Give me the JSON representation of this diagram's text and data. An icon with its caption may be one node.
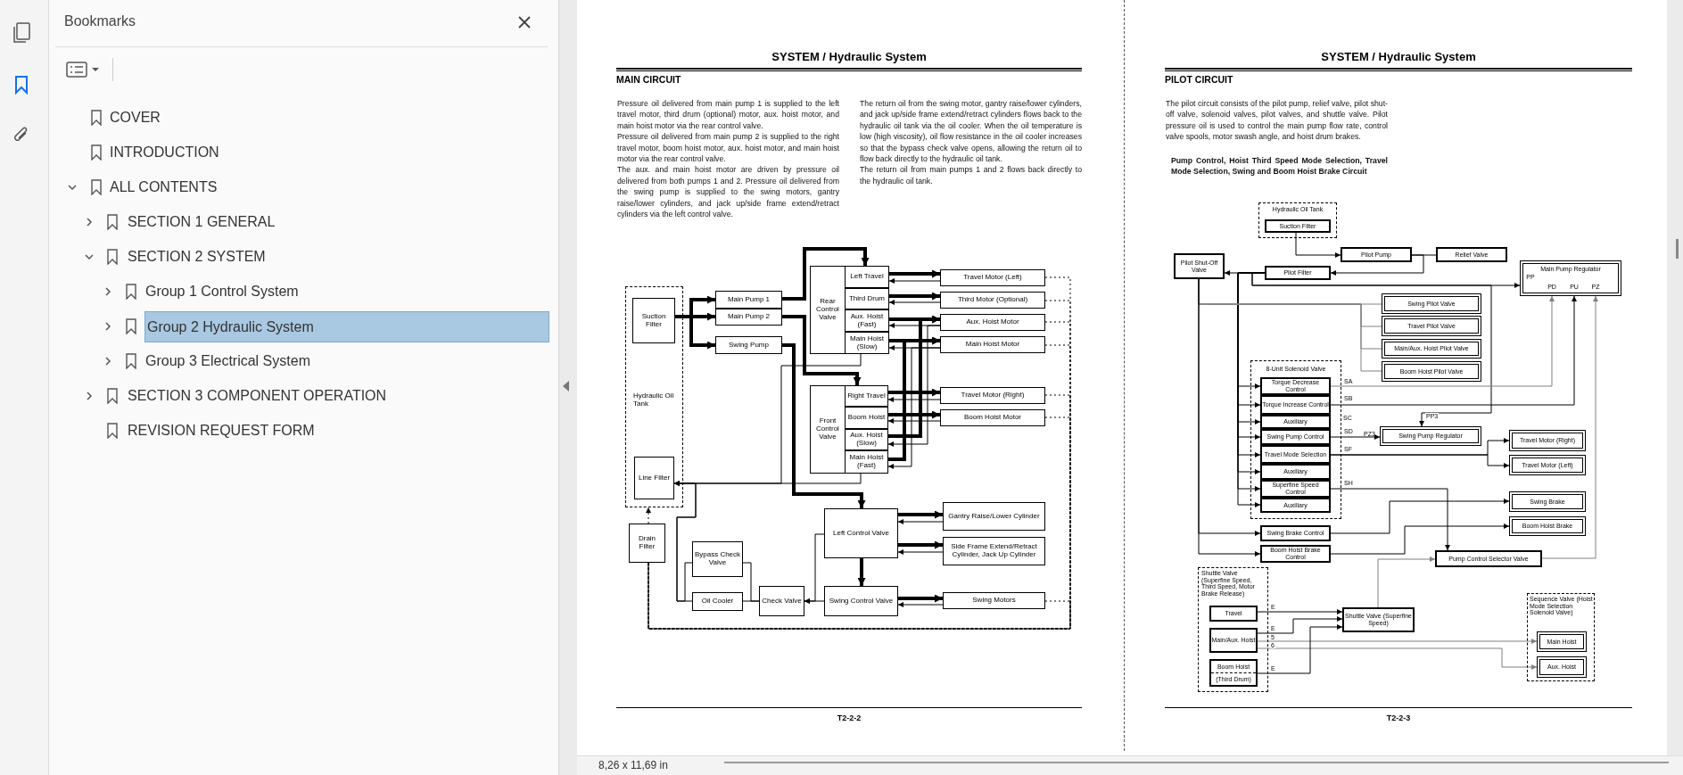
{
  "diagram": {
    "nodes": [
      {
        "text": [
          "Hydraulic Oil Tank"
        ]
      },
      {
        "text": [
          "Suction Filter"
        ],
        "in": 0
      },
      {
        "text": [
          "Line Filter"
        ],
        "in": 0
      },
      {
        "text": [
          "Drain Filter"
        ]
      },
      {
        "text": [
          "Main Pump 1"
        ]
      },
      {
        "text": [
          "Main Pump 2"
        ]
      },
      {
        "text": [
          "Swing Pump"
        ]
      },
      {
        "text": [
          "Rear Control Valve"
        ]
      },
      {
        "text": [
          "Left Travel"
        ],
        "in": 7
      },
      {
        "text": [
          "Third Drum"
        ],
        "in": 7
      },
      {
        "text": [
          "Aux. Hoist (Fast)"
        ],
        "in": 7
      },
      {
        "text": [
          "Main Hoist (Slow)"
        ],
        "in": 7
      },
      {
        "text": [
          "Travel Motor (Left)"
        ]
      },
      {
        "text": [
          "Third Motor (Optional)"
        ]
      },
      {
        "text": [
          "Aux. Hoist Motor"
        ]
      },
      {
        "text": [
          "Main Hoist Motor"
        ]
      },
      {
        "text": [
          "Front Control Valve"
        ]
      },
      {
        "text": [
          "Right Travel"
        ],
        "in": 16
      },
      {
        "text": [
          "Boom Hoist"
        ],
        "in": 16
      },
      {
        "text": [
          "Aux. Hoist (Slow)"
        ],
        "in": 16
      },
      {
        "text": [
          "Main Hoist (Fast)"
        ],
        "in": 16
      },
      {
        "text": [
          "Travel Motor (Right)"
        ]
      },
      {
        "text": [
          "Boom Hoist Motor"
        ]
      },
      {
        "text": [
          "Left Control Valve"
        ]
      },
      {
        "text": [
          "Gantry Raise/Lower Cylinder"
        ]
      },
      {
        "text": [
          "Side Frame Extend/Retract Cylinder, Jack Up Cylinder"
        ]
      },
      {
        "text": [
          "Bypass Check Valve"
        ]
      },
      {
        "text": [
          "Oil Cooler"
        ]
      },
      {
        "text": [
          "Check Valve"
        ]
      },
      {
        "text": [
          "Swing Control Valve"
        ]
      },
      {
        "text": [
          "Swing Motors"
        ]
      },
      {
        "text": [
          "Hydraulic Oil Tank"
        ]
      },
      {
        "text": [
          "Suction Filter"
        ],
        "in": 31
      },
      {
        "text": [
          "Pilot Shut-Off Valve"
        ]
      },
      {
        "text": [
          "Pilot Pump"
        ]
      },
      {
        "text": [
          "Relief Valve"
        ]
      },
      {
        "text": [
          "Pilot Filter"
        ]
      },
      {
        "text": [
          "Main Pump Regulator",
          "PP",
          "PD",
          "PU",
          "PZ"
        ]
      },
      {
        "text": [
          "Swing Pilot Valve"
        ]
      },
      {
        "text": [
          "Travel Pilot Valve"
        ]
      },
      {
        "text": [
          "Main/Aux. Hoist Pilot Valve"
        ]
      },
      {
        "text": [
          "Boom Hoist Pilot Valve"
        ]
      },
      {
        "text": [
          "8-Unit Solenoid Valve"
        ]
      },
      {
        "text": [
          "Torque Decrease Control"
        ],
        "in": 42
      },
      {
        "text": [
          "Torque Increase Control"
        ],
        "in": 42
      },
      {
        "text": [
          "Auxiliary"
        ],
        "in": 42,
        "beside": [
          "SC"
        ]
      },
      {
        "text": [
          "Swing Pump Control"
        ],
        "in": 42
      },
      {
        "text": [
          "Travel Mode Selection"
        ],
        "in": 42
      },
      {
        "text": [
          "Auxiliary"
        ],
        "in": 42
      },
      {
        "text": [
          "Superfine Speed Control"
        ],
        "in": 42
      },
      {
        "text": [
          "Auxiliary"
        ],
        "in": 42
      },
      {
        "text": [
          "Swing Pump Regulator"
        ],
        "beside": [
          "PZ3"
        ]
      },
      {
        "text": [
          "Travel Motor (Right)"
        ]
      },
      {
        "text": [
          "Travel Motor (Left)"
        ]
      },
      {
        "text": [
          "Swing Brake"
        ]
      },
      {
        "text": [
          "Boom Hoist Brake"
        ]
      },
      {
        "text": [
          "Swing Brake Control"
        ]
      },
      {
        "text": [
          "Boom Hoist Brake Control"
        ]
      },
      {
        "text": [
          "Pump Control Selector Valve"
        ]
      },
      {
        "text": [
          "Shuttle Valve (Superfine Speed, Third Speed, Motor Brake Release)"
        ]
      },
      {
        "text": [
          "Travel"
        ],
        "in": 59
      },
      {
        "text": [
          "Main/Aux. Hoist"
        ],
        "in": 59
      },
      {
        "text": [
          "Boom Hoist",
          "(Third Drum)"
        ],
        "in": 59
      },
      {
        "text": [
          "Shuttle Valve (Superfine Speed)"
        ]
      },
      {
        "text": [
          "Sequence Valve (Hoist Mode Selection Solenoid Valve)"
        ]
      },
      {
        "text": [
          "Main Hoist"
        ],
        "in": 64
      },
      {
        "text": [
          "Aux. Hoist"
        ],
        "in": 64
      }
    ],
    "edges": [
      {
        "from": 1,
        "to": 4,
        "arrow": "to",
        "style": "thick"
      },
      {
        "from": 1,
        "to": 5,
        "arrow": "to",
        "style": "thick"
      },
      {
        "from": 1,
        "to": 6,
        "arrow": "to",
        "style": "thick"
      },
      {
        "from": 4,
        "to": 7,
        "arrow": "to",
        "style": "thick"
      },
      {
        "from": 5,
        "to": 16,
        "arrow": "to",
        "style": "thick"
      },
      {
        "from": 6,
        "to": 23,
        "arrow": "to",
        "style": "thick"
      },
      {
        "from": 8,
        "to": 12,
        "arrow": "to",
        "style": "thick"
      },
      {
        "from": 12,
        "to": 8,
        "arrow": "to"
      },
      {
        "from": 9,
        "to": 13,
        "arrow": "to",
        "style": "thick"
      },
      {
        "from": 13,
        "to": 9,
        "arrow": "to"
      },
      {
        "from": 10,
        "to": 14,
        "arrow": "to",
        "style": "thick"
      },
      {
        "from": 14,
        "to": 10,
        "arrow": "to"
      },
      {
        "from": 11,
        "to": 15,
        "arrow": "to",
        "style": "thick"
      },
      {
        "from": 15,
        "to": 11,
        "arrow": "to"
      },
      {
        "from": 17,
        "to": 21,
        "arrow": "to",
        "style": "thick"
      },
      {
        "from": 21,
        "to": 17,
        "arrow": "to"
      },
      {
        "from": 18,
        "to": 22,
        "arrow": "to",
        "style": "thick"
      },
      {
        "from": 22,
        "to": 18,
        "arrow": "to"
      },
      {
        "from": 19,
        "to": 14,
        "arrow": "to",
        "style": "thick"
      },
      {
        "from": 14,
        "to": 19,
        "arrow": "to"
      },
      {
        "from": 20,
        "to": 15,
        "arrow": "to",
        "style": "thick"
      },
      {
        "from": 15,
        "to": 20,
        "arrow": "to"
      },
      {
        "from": 23,
        "to": 24,
        "arrow": "to",
        "style": "thick"
      },
      {
        "from": 24,
        "to": 23,
        "arrow": "to"
      },
      {
        "from": 23,
        "to": 25,
        "arrow": "to",
        "style": "thick"
      },
      {
        "from": 25,
        "to": 23,
        "arrow": "to"
      },
      {
        "from": 29,
        "to": 30,
        "arrow": "to",
        "style": "thick"
      },
      {
        "from": 30,
        "to": 29,
        "arrow": "to"
      },
      {
        "from": 23,
        "to": 29,
        "arrow": "to",
        "style": "thick"
      },
      {
        "from": 7,
        "to": 2,
        "arrow": "to"
      },
      {
        "from": 16,
        "to": 2,
        "arrow": "to"
      },
      {
        "from": 23,
        "to": 28,
        "arrow": "to"
      },
      {
        "from": 29,
        "to": 28,
        "arrow": "to"
      },
      {
        "from": 28,
        "to": 27,
        "arrow": "none"
      },
      {
        "from": 28,
        "to": 26,
        "arrow": "none"
      },
      {
        "from": 27,
        "to": 2,
        "arrow": "to"
      },
      {
        "from": 26,
        "to": 2,
        "arrow": "to"
      },
      {
        "from": 3,
        "to": 0,
        "arrow": "to",
        "style": "dashed"
      },
      {
        "from": 12,
        "to": 3,
        "arrow": "none",
        "style": "dashed"
      },
      {
        "from": 13,
        "to": 3,
        "arrow": "none",
        "style": "dashed"
      },
      {
        "from": 14,
        "to": 3,
        "arrow": "none",
        "style": "dashed"
      },
      {
        "from": 15,
        "to": 3,
        "arrow": "none",
        "style": "dashed"
      },
      {
        "from": 21,
        "to": 3,
        "arrow": "none",
        "style": "dashed"
      },
      {
        "from": 22,
        "to": 3,
        "arrow": "none",
        "style": "dashed"
      },
      {
        "from": 30,
        "to": 3,
        "arrow": "none",
        "style": "dashed"
      },
      {
        "from": 32,
        "to": 34,
        "arrow": "to"
      },
      {
        "from": 34,
        "to": 35,
        "arrow": "none"
      },
      {
        "from": 34,
        "to": 36,
        "arrow": "to"
      },
      {
        "from": 36,
        "to": 33,
        "arrow": "to"
      },
      {
        "from": 36,
        "to": 37,
        "arrow": "to"
      },
      {
        "from": 36,
        "to": 51,
        "arrow": "to",
        "label": "PP3"
      },
      {
        "from": 36,
        "to": 43,
        "arrow": "to"
      },
      {
        "from": 36,
        "to": 44,
        "arrow": "to"
      },
      {
        "from": 36,
        "to": 45,
        "arrow": "to"
      },
      {
        "from": 36,
        "to": 46,
        "arrow": "to"
      },
      {
        "from": 36,
        "to": 47,
        "arrow": "to"
      },
      {
        "from": 36,
        "to": 48,
        "arrow": "to"
      },
      {
        "from": 36,
        "to": 49,
        "arrow": "to"
      },
      {
        "from": 36,
        "to": 50,
        "arrow": "to"
      },
      {
        "from": 33,
        "to": 38,
        "arrow": "none",
        "color": "#808080"
      },
      {
        "from": 33,
        "to": 39,
        "arrow": "none",
        "color": "#808080"
      },
      {
        "from": 33,
        "to": 40,
        "arrow": "none",
        "color": "#808080"
      },
      {
        "from": 33,
        "to": 41,
        "arrow": "none",
        "color": "#808080"
      },
      {
        "from": 33,
        "to": 56,
        "arrow": "to"
      },
      {
        "from": 33,
        "to": 57,
        "arrow": "to"
      },
      {
        "from": 43,
        "to": 37,
        "arrow": "to",
        "label": "SA",
        "color": "#808080"
      },
      {
        "from": 44,
        "to": 37,
        "arrow": "to",
        "label": "SB"
      },
      {
        "from": 58,
        "to": 37,
        "arrow": "to",
        "color": "#808080"
      },
      {
        "from": 46,
        "to": 51,
        "arrow": "to",
        "label": "SD"
      },
      {
        "from": 47,
        "to": 52,
        "arrow": "to",
        "label": "SF"
      },
      {
        "from": 47,
        "to": 53,
        "arrow": "to"
      },
      {
        "from": 49,
        "to": 58,
        "arrow": "to",
        "label": "SH"
      },
      {
        "from": 56,
        "to": 54,
        "arrow": "to"
      },
      {
        "from": 57,
        "to": 55,
        "arrow": "to"
      },
      {
        "from": 63,
        "to": 58,
        "arrow": "to",
        "color": "#808080"
      },
      {
        "from": 60,
        "to": 63,
        "arrow": "to",
        "label": "E"
      },
      {
        "from": 61,
        "to": 63,
        "arrow": "to",
        "label": "E"
      },
      {
        "from": 61,
        "to": 65,
        "arrow": "to",
        "label": "5",
        "color": "#808080"
      },
      {
        "from": 61,
        "to": 66,
        "arrow": "to",
        "label": "6",
        "color": "#808080"
      },
      {
        "from": 62,
        "to": 63,
        "arrow": "to",
        "label": "E"
      }
    ],
    "labels": [
      "Bookmarks",
      "COVER",
      "INTRODUCTION",
      "ALL CONTENTS",
      "SECTION 1 GENERAL",
      "SECTION 2 SYSTEM",
      "Group 1 Control System",
      "Group 2 Hydraulic System",
      "Group 3 Electrical System",
      "SECTION 3 COMPONENT OPERATION",
      "REVISION REQUEST FORM",
      "SYSTEM / Hydraulic System",
      "MAIN CIRCUIT",
      "Pressure oil delivered from main pump 1 is supplied to the left travel motor, third drum (optional) motor, aux. hoist motor, and main hoist motor via the rear control valve.",
      "Pressure oil delivered from main pump 2 is supplied to the right travel motor, boom hoist motor, aux. hoist motor, and main hoist motor via the rear control valve.",
      "The aux. and main hoist motor are driven by pressure oil delivered from both pumps 1 and 2. Pressure oil delivered from the swing pump is supplied to the swing motors, gantry raise/lower cylinders, and jack up/side frame extend/retract cylinders via the left control valve.",
      "The return oil from the swing motor, gantry raise/lower cylinders, and jack up/side frame extend/retract cylinders flows back to the hydraulic oil tank via the oil cooler. When the oil temperature is low (high viscosity), oil flow resistance in the oil cooler increases so that the bypass check valve opens, allowing the return oil to flow back directly to the hydraulic oil tank.",
      "The return oil from main pumps 1 and 2 flows back directly to the hydraulic oil tank.",
      "T2-2-2",
      "SYSTEM / Hydraulic System",
      "PILOT CIRCUIT",
      "The pilot circuit consists of the pilot pump, relief valve, pilot shut-off valve, solenoid valves, pilot valves, and shuttle valve. Pilot pressure oil is used to control the main pump flow rate, control valve spools, motor swash angle, and hoist drum brakes.",
      "Pump Control, Hoist Third Speed Mode Selection, Travel Mode Selection, Swing and Boom Hoist Brake Circuit",
      "T2-2-3",
      "8,26 x 11,69 in"
    ]
  }
}
